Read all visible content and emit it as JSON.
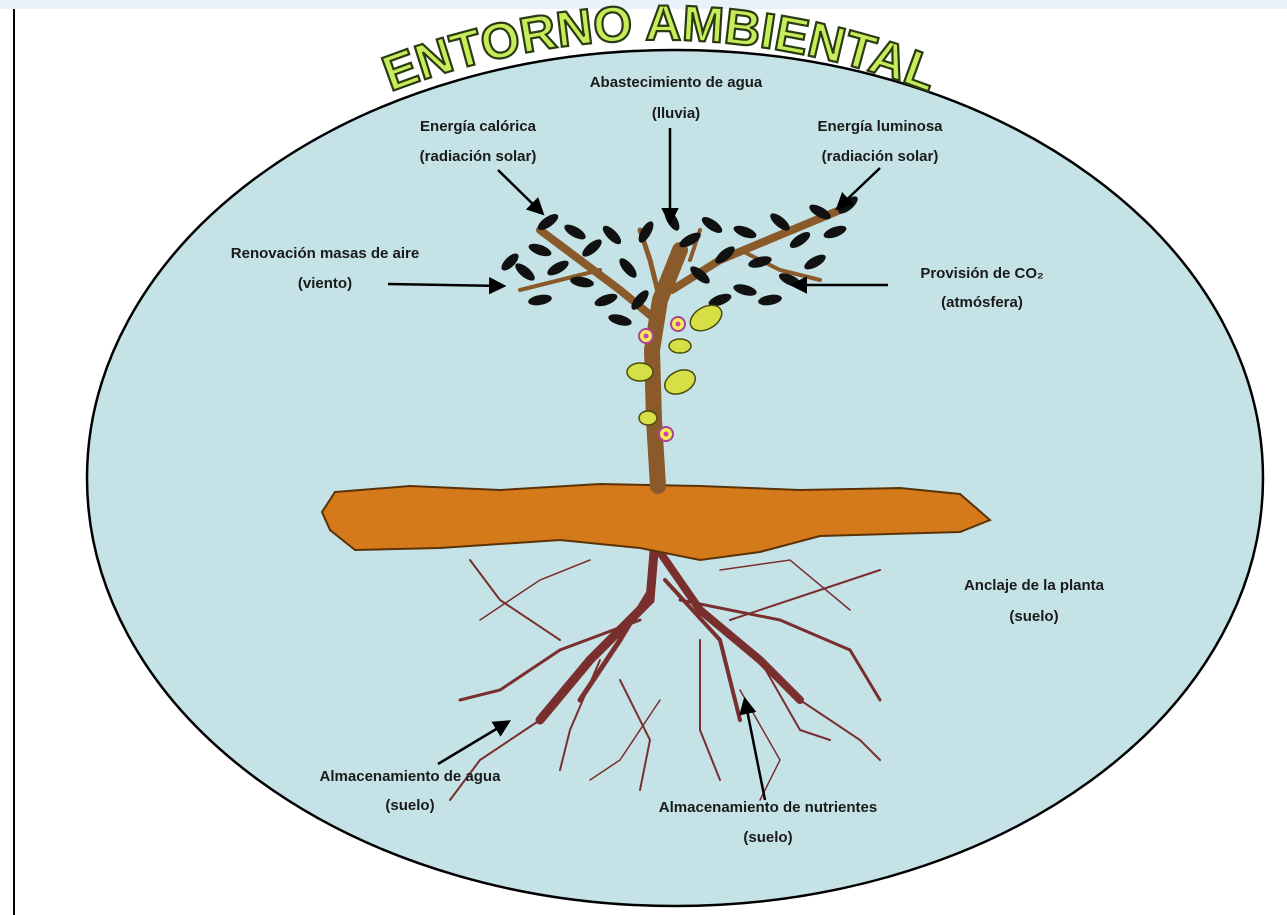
{
  "title": "ENTORNO AMBIENTAL",
  "labels": {
    "agua_lluvia": {
      "line1": "Abastecimiento de agua",
      "line2": "(lluvia)"
    },
    "energia_calorica": {
      "line1": "Energía calórica",
      "line2": "(radiación solar)"
    },
    "energia_luminosa": {
      "line1": "Energía luminosa",
      "line2": "(radiación solar)"
    },
    "aire_viento": {
      "line1": "Renovación masas de aire",
      "line2": "(viento)"
    },
    "co2": {
      "line1": "Provisión de CO₂",
      "line2": "(atmósfera)"
    },
    "anclaje": {
      "line1": "Anclaje de la planta",
      "line2": "(suelo)"
    },
    "agua_suelo": {
      "line1": "Almacenamiento de agua",
      "line2": "(suelo)"
    },
    "nutrientes": {
      "line1": "Almacenamiento de nutrientes",
      "line2": "(suelo)"
    }
  },
  "colors": {
    "ellipse_fill": "#c5e3e6",
    "soil": "#d47a1b",
    "trunk": "#8b5a2b",
    "roots": "#7a2f2f",
    "leaves": "#111111",
    "fruit": "#d6df45",
    "title_fill": "#c6ec5a"
  }
}
